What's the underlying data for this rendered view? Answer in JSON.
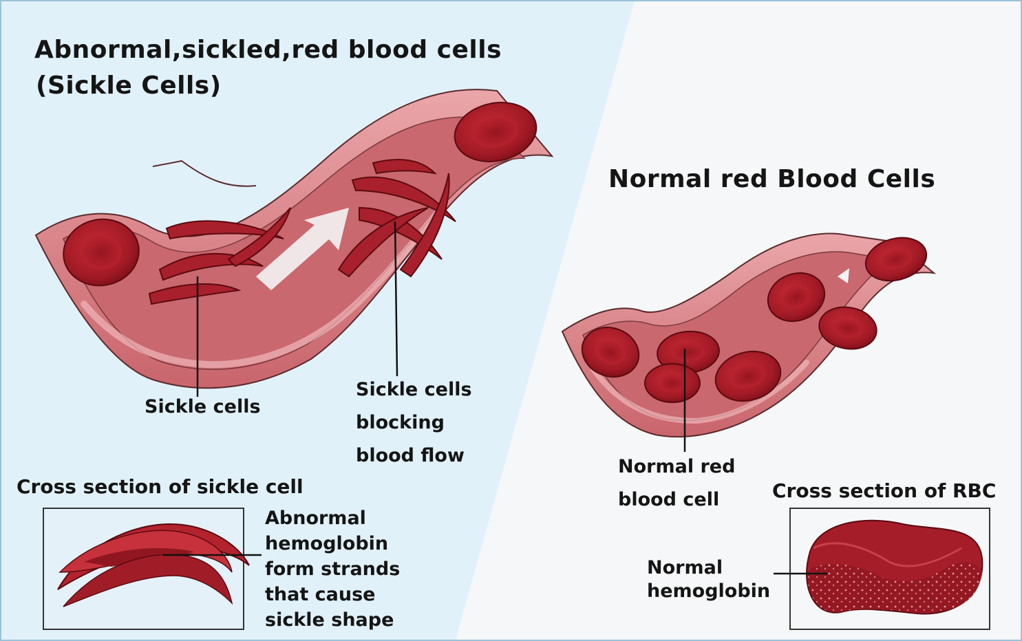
{
  "sickle_panel": {
    "title_line1": "Abnormal,sickled,red blood cells",
    "title_line2": "(Sickle Cells)",
    "label_sickle_cells": "Sickle cells",
    "label_blocking_line1": "Sickle cells",
    "label_blocking_line2": "blocking",
    "label_blocking_line3": "blood flow",
    "cross_section_title": "Cross section of sickle cell",
    "hemoglobin_line1": "Abnormal",
    "hemoglobin_line2": "hemoglobin",
    "hemoglobin_line3": "form strands",
    "hemoglobin_line4": "that cause",
    "hemoglobin_line5": "sickle shape"
  },
  "normal_panel": {
    "title": "Normal red Blood Cells",
    "label_rbc_line1": "Normal red",
    "label_rbc_line2": "blood cell",
    "cross_section_title": "Cross section of RBC",
    "hemoglobin_line1": "Normal",
    "hemoglobin_line2": "hemoglobin"
  },
  "colors": {
    "left_background": "#e1f1fa",
    "right_background": "#f6f7f8",
    "vessel_wall": "#e29498",
    "vessel_inner": "#cc7076",
    "cell_red": "#ac1c28",
    "cell_dark": "#7a0e18",
    "border": "#9bc3d8"
  }
}
